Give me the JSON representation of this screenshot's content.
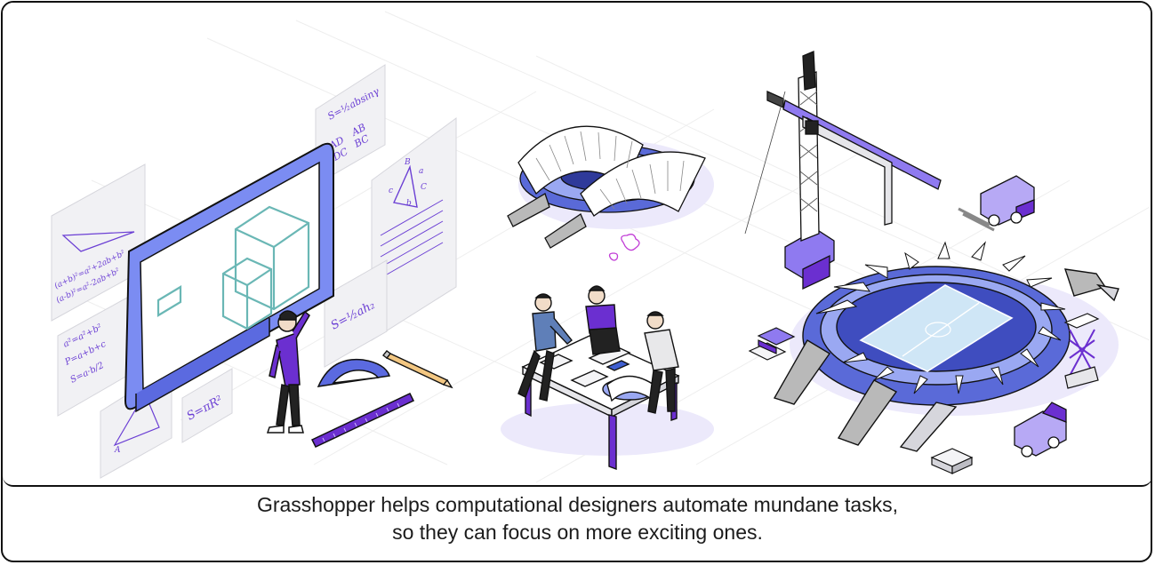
{
  "caption": {
    "line1": "Grasshopper helps computational designers automate mundane tasks,",
    "line2": "so they can focus on more exciting ones."
  },
  "whiteboard_notes": {
    "note_top": "S=½absinγ",
    "note_ratio_num": "AD",
    "note_ratio_den": "DC",
    "note_ratio_num2": "AB",
    "note_ratio_den2": "BC",
    "note_tri_labels": [
      "B",
      "a",
      "C",
      "c",
      "b",
      "A"
    ],
    "note_left_1": "(a+b)²=a²+2ab+b²",
    "note_left_2": "(a-b)²=a²-2ab+b²",
    "note_left_3": "a²=a²+b²",
    "note_left_4": "P=a+b+c",
    "note_left_5": "S=a·b/2",
    "note_area": "S=½ah₂",
    "note_bottom": "S=πR²"
  },
  "colors": {
    "accent": "#5b3fd6",
    "accent_light": "#8f7af0",
    "panel": "#7b8cf2",
    "cube": "#6ab7b5",
    "pitch": "#cfe6f6",
    "shadow": "#ebe7fb",
    "ink": "#111111"
  }
}
